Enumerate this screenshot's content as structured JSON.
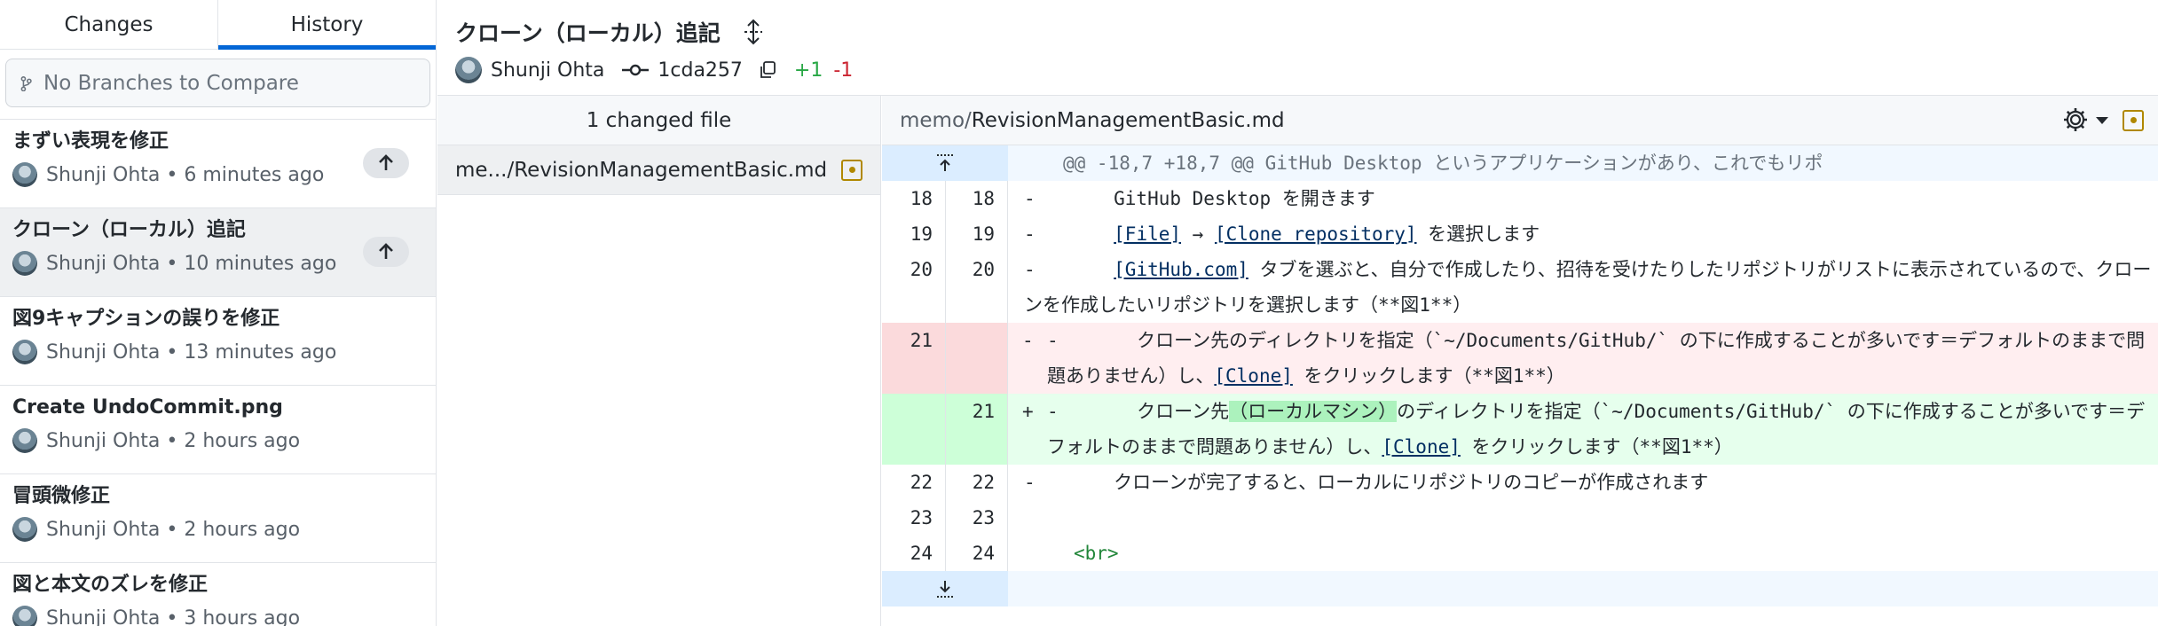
{
  "sidebar": {
    "tabs": [
      "Changes",
      "History"
    ],
    "branch_placeholder": "No Branches to Compare",
    "commits": [
      {
        "title": "まずい表現を修正",
        "meta": "Shunji Ohta • 6 minutes ago",
        "unpushed": true
      },
      {
        "title": "クローン（ローカル）追記",
        "meta": "Shunji Ohta • 10 minutes ago",
        "unpushed": true
      },
      {
        "title": "図9キャプションの誤りを修正",
        "meta": "Shunji Ohta • 13 minutes ago",
        "unpushed": false
      },
      {
        "title": "Create UndoCommit.png",
        "meta": "Shunji Ohta • 2 hours ago",
        "unpushed": false
      },
      {
        "title": "冒頭微修正",
        "meta": "Shunji Ohta • 2 hours ago",
        "unpushed": false
      },
      {
        "title": "図と本文のズレを修正",
        "meta": "Shunji Ohta • 3 hours ago",
        "unpushed": false
      }
    ]
  },
  "commit": {
    "title": "クローン（ローカル）追記",
    "author": "Shunji Ohta",
    "sha": "1cda257",
    "additions": "+1",
    "deletions": "-1"
  },
  "files": {
    "header": "1 changed file",
    "items": [
      "me.../RevisionManagementBasic.md"
    ]
  },
  "diff": {
    "path_dir": "memo/",
    "path_file": "RevisionManagementBasic.md",
    "hunk": "@@ -18,7 +18,7 @@ GitHub Desktop というアプリケーションがあり、これでもリポ",
    "lines": {
      "l18": {
        "old": "18",
        "new": "18",
        "text": "-       GitHub Desktop を開きます"
      },
      "l19": {
        "old": "19",
        "new": "19",
        "pre": "-       ",
        "link1": "[File]",
        "mid": " → ",
        "link2": "[Clone repository]",
        "post": " を選択します"
      },
      "l20": {
        "old": "20",
        "new": "20",
        "pre": "-       ",
        "link1": "[GitHub.com]",
        "post": " タブを選ぶと、自分で作成したり、招待を受けたりしたリポジトリがリストに表示されているので、クローンを作成したいリポジトリを選択します（**図1**）"
      },
      "del": {
        "old": "21",
        "mark": "-",
        "pre": "-       クローン先のディレクトリを指定（`~/Documents/GitHub/` の下に作成することが多いです＝デフォルトのままで問題ありません）し、",
        "link1": "[Clone]",
        "post": " をクリックします（**図1**）"
      },
      "add": {
        "new": "21",
        "mark": "+",
        "pre": "-       クローン先",
        "hl": "（ローカルマシン）",
        "mid": "のディレクトリを指定（`~/Documents/GitHub/` の下に作成することが多いです＝デフォルトのままで問題ありません）し、",
        "link1": "[Clone]",
        "post": " をクリックします（**図1**）"
      },
      "l22": {
        "old": "22",
        "new": "22",
        "text": "-       クローンが完了すると、ローカルにリポジトリのコピーが作成されます"
      },
      "l23": {
        "old": "23",
        "new": "23",
        "text": ""
      },
      "l24": {
        "old": "24",
        "new": "24",
        "text": "<br>"
      }
    }
  },
  "colors": {
    "accent": "#0366d6",
    "added": "#28a745",
    "deleted": "#cb2431"
  }
}
